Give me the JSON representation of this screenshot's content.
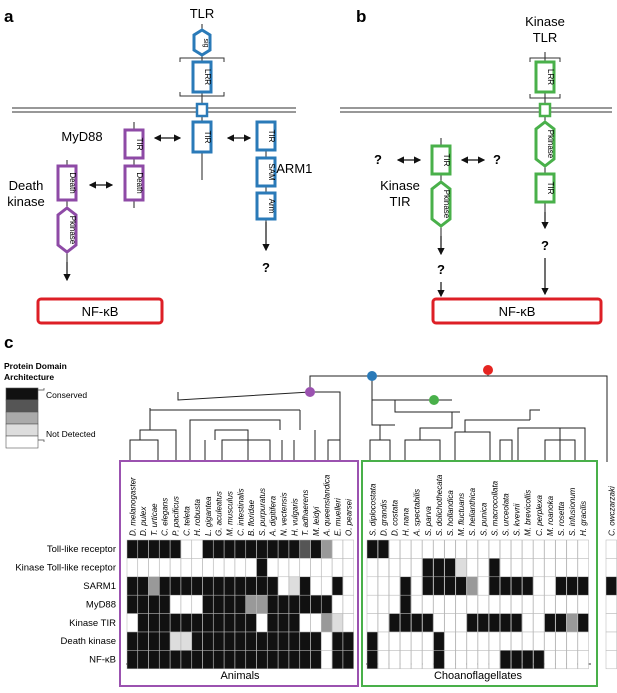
{
  "colors": {
    "blue": "#2a7ab8",
    "purple": "#8e4aa6",
    "green": "#49b04a",
    "red": "#dd1f26",
    "node_red": "#e52420",
    "grid_black": "#111111",
    "grid_dark": "#555555",
    "grid_mid": "#999999",
    "grid_light": "#dddddd",
    "grid_white": "#ffffff"
  },
  "panel_a": {
    "label": "a",
    "tlr_title": "TLR",
    "myd88_label": "MyD88",
    "sarm1_label": "SARM1",
    "death_kinase_label_1": "Death",
    "death_kinase_label_2": "kinase",
    "domains": {
      "sig": "sig",
      "lrr": "LRR",
      "tir": "TIR",
      "death": "Death",
      "pkinase": "Pkinase",
      "sam": "SAM",
      "arm": "Arm"
    },
    "unknown": "?",
    "nfkb": "NF-κB"
  },
  "panel_b": {
    "label": "b",
    "kinase_tlr_1": "Kinase",
    "kinase_tlr_2": "TLR",
    "kinase_tir_1": "Kinase",
    "kinase_tir_2": "TIR",
    "unknown": "?",
    "nfkb": "NF-κB"
  },
  "panel_c": {
    "label": "c",
    "legend": {
      "title_1": "Protein Domain",
      "title_2": "Architecture",
      "conserved": "Conserved",
      "not_detected": "Not Detected"
    },
    "group_animals": "Animals",
    "group_choanoflagellates": "Choanoflagellates",
    "species": [
      "D. melanogaster",
      "D. pulex",
      "T. urticae",
      "C. elegans",
      "P. pacificus",
      "C. teleta",
      "H. robusta",
      "L. gigantea",
      "G. aculeatus",
      "M. musculus",
      "C. intestinalis",
      "B. floridae",
      "S. purpuratus",
      "A. digitifera",
      "N. vectensis",
      "H. vulgaris",
      "T. adhaerens",
      "M. leidyi",
      "A. queenslandica",
      "E. muelleri",
      "O. pearsei",
      "S. diplocostata",
      "D. grandis",
      "D. costata",
      "H. nana",
      "A. spectabilis",
      "S. parva",
      "S. dolichothecata",
      "S. hollandica",
      "M. fluctuans",
      "S. helianthica",
      "S. punica",
      "S. macrocollata",
      "S. urceolata",
      "S. kvevrii",
      "M. brevicollis",
      "C. perplexa",
      "M. roanoka",
      "S. rosetta",
      "S. infusionum",
      "H. gracilis",
      "C. owczarzaki"
    ],
    "rows": [
      "Toll-like receptor",
      "Kinase Toll-like receptor",
      "SARM1",
      "MyD88",
      "Kinase TIR",
      "Death kinase",
      "NF-κB"
    ]
  }
}
